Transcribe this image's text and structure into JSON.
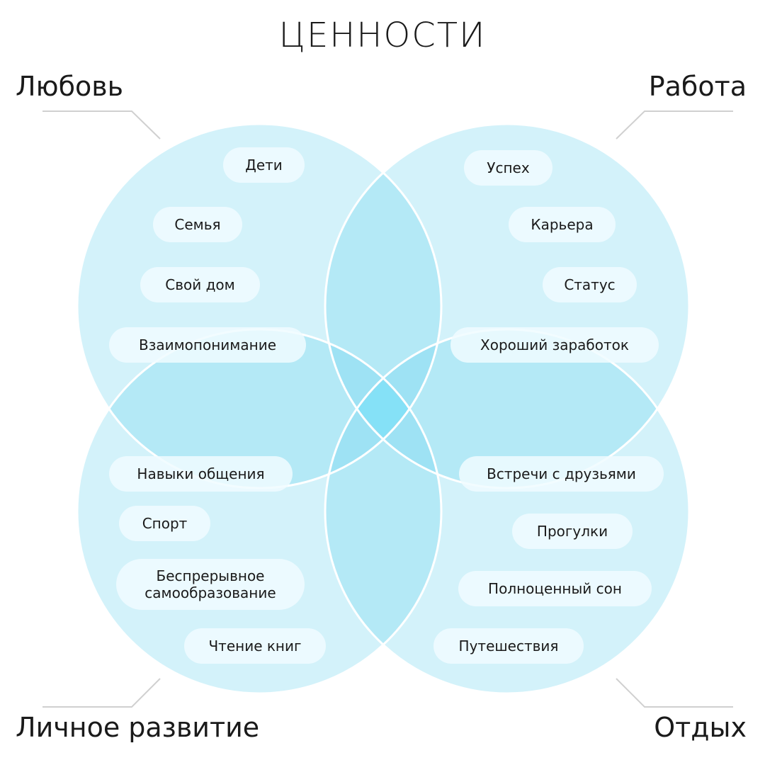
{
  "title": "ЦЕННОСТИ",
  "categories": {
    "top_left": "Любовь",
    "top_right": "Работа",
    "bottom_left": "Личное развитие",
    "bottom_right": "Отдых"
  },
  "colors": {
    "circle_fill": "#78d7f0",
    "center": "#85e1f7",
    "stroke": "#ffffff",
    "leader": "#d0d0d0"
  },
  "items": {
    "love": [
      "Дети",
      "Семья",
      "Свой дом",
      "Взаимопонимание"
    ],
    "work": [
      "Успех",
      "Карьера",
      "Статус",
      "Хороший заработок"
    ],
    "growth": [
      "Навыки общения",
      "Спорт",
      "Беспрерывное самообразование",
      "Чтение книг"
    ],
    "rest": [
      "Встречи с друзьями",
      "Прогулки",
      "Полноценный сон",
      "Путешествия"
    ]
  }
}
